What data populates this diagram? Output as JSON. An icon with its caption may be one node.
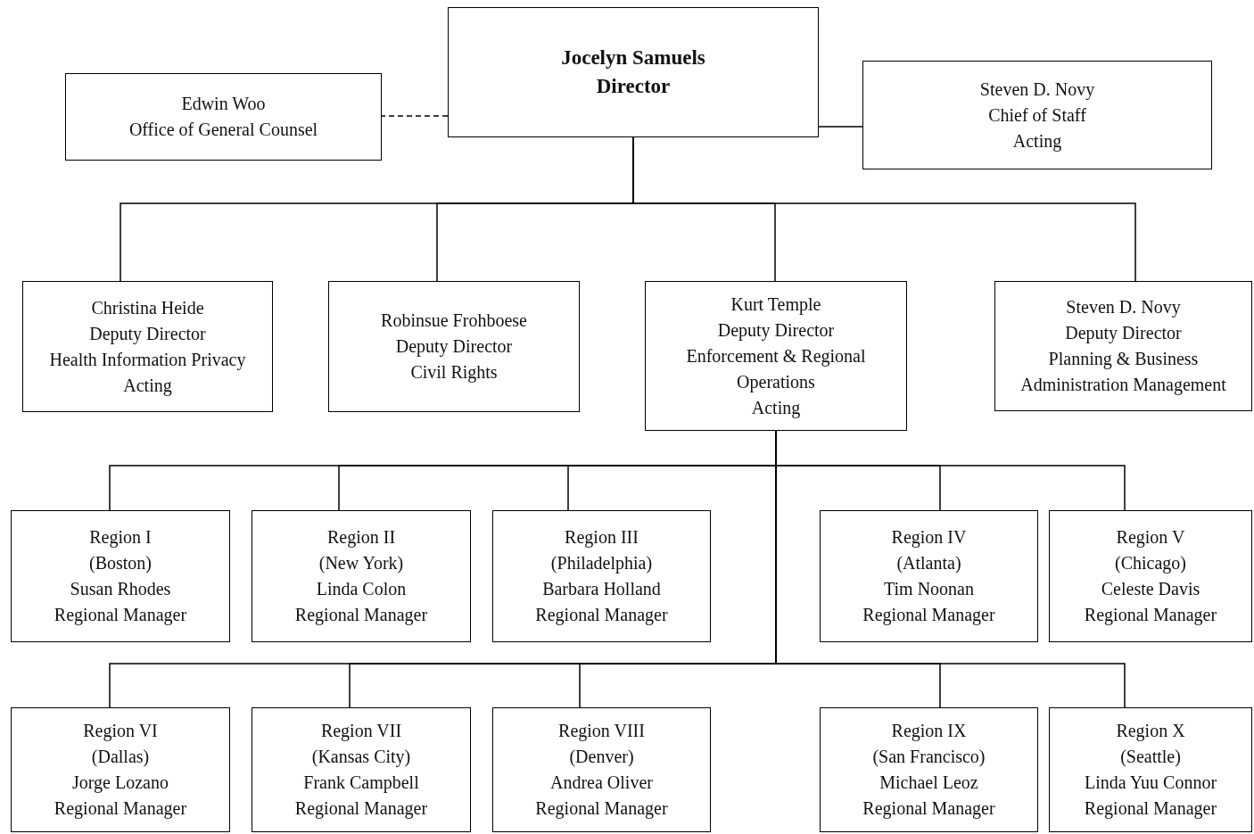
{
  "diagram": {
    "nodes": [
      {
        "text": [
          "Jocelyn Samuels",
          "Director"
        ]
      },
      {
        "text": [
          "Edwin Woo",
          "Office of General Counsel"
        ]
      },
      {
        "text": [
          "Steven D. Novy",
          "Chief of Staff",
          "Acting"
        ]
      },
      {
        "text": [
          "Christina Heide",
          "Deputy Director",
          "Health Information Privacy",
          "Acting"
        ]
      },
      {
        "text": [
          "Robinsue Frohboese",
          "Deputy Director",
          "Civil Rights"
        ]
      },
      {
        "text": [
          "Kurt Temple",
          "Deputy Director",
          "Enforcement & Regional Operations",
          "Acting"
        ]
      },
      {
        "text": [
          "Steven D. Novy",
          "Deputy Director",
          "Planning & Business Administration Management"
        ]
      },
      {
        "text": [
          "Region I",
          "(Boston)",
          "Susan Rhodes",
          "Regional Manager"
        ]
      },
      {
        "text": [
          "Region II",
          "(New York)",
          "Linda Colon",
          "Regional Manager"
        ]
      },
      {
        "text": [
          "Region III",
          "(Philadelphia)",
          "Barbara Holland",
          "Regional Manager"
        ]
      },
      {
        "text": [
          "Region IV",
          "(Atlanta)",
          "Tim Noonan",
          "Regional Manager"
        ]
      },
      {
        "text": [
          "Region V",
          "(Chicago)",
          "Celeste Davis",
          "Regional Manager"
        ]
      },
      {
        "text": [
          "Region VI",
          "(Dallas)",
          "Jorge Lozano",
          "Regional Manager"
        ]
      },
      {
        "text": [
          "Region VII",
          "(Kansas City)",
          "Frank Campbell",
          "Regional Manager"
        ]
      },
      {
        "text": [
          "Region VIII",
          "(Denver)",
          "Andrea Oliver",
          "Regional Manager"
        ]
      },
      {
        "text": [
          "Region IX",
          "(San Francisco)",
          "Michael Leoz",
          "Regional Manager"
        ]
      },
      {
        "text": [
          "Region X",
          "(Seattle)",
          "Linda Yuu Connor",
          "Regional Manager"
        ]
      }
    ],
    "edges": [
      {
        "from": 0,
        "to": 1,
        "arrow": "none",
        "style": "dashed"
      },
      {
        "from": 0,
        "to": 2,
        "arrow": "none"
      },
      {
        "from": 0,
        "to": 3,
        "arrow": "none"
      },
      {
        "from": 0,
        "to": 4,
        "arrow": "none"
      },
      {
        "from": 0,
        "to": 5,
        "arrow": "none"
      },
      {
        "from": 0,
        "to": 6,
        "arrow": "none"
      },
      {
        "from": 5,
        "to": 7,
        "arrow": "none"
      },
      {
        "from": 5,
        "to": 8,
        "arrow": "none"
      },
      {
        "from": 5,
        "to": 9,
        "arrow": "none"
      },
      {
        "from": 5,
        "to": 10,
        "arrow": "none"
      },
      {
        "from": 5,
        "to": 11,
        "arrow": "none"
      },
      {
        "from": 5,
        "to": 12,
        "arrow": "none"
      },
      {
        "from": 5,
        "to": 13,
        "arrow": "none"
      },
      {
        "from": 5,
        "to": 14,
        "arrow": "none"
      },
      {
        "from": 5,
        "to": 15,
        "arrow": "none"
      },
      {
        "from": 5,
        "to": 16,
        "arrow": "none"
      }
    ]
  }
}
